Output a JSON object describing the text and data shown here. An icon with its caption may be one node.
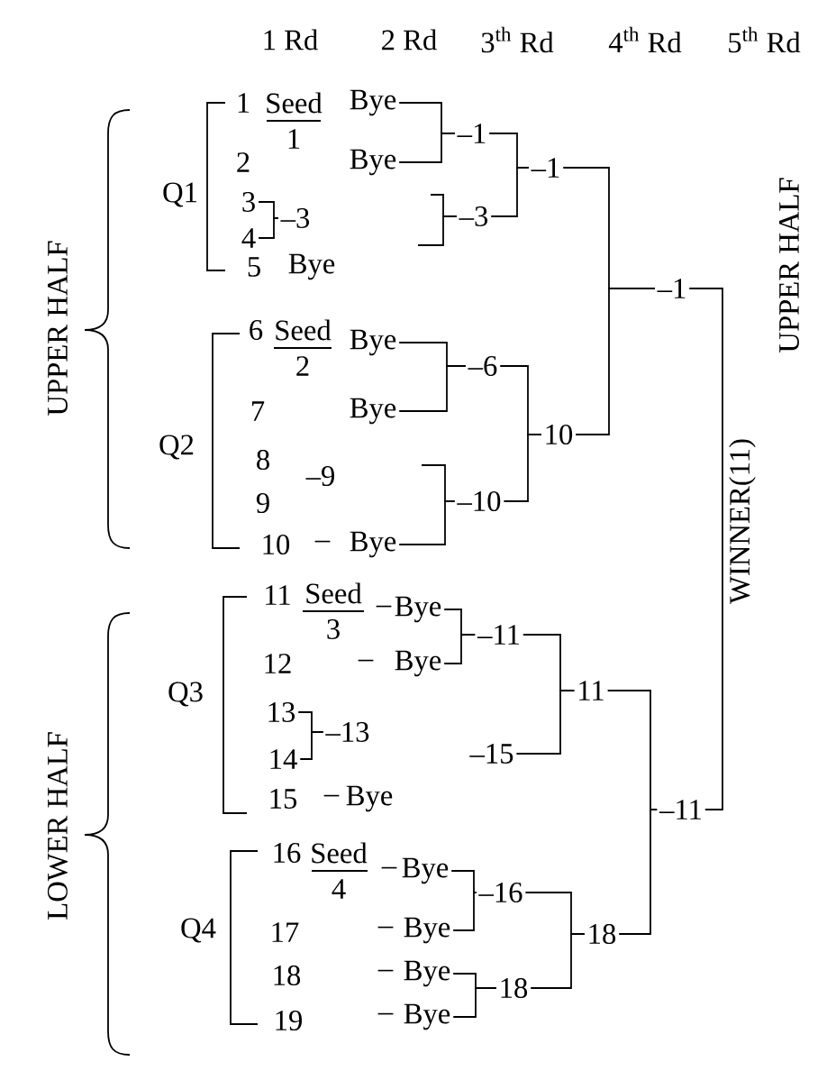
{
  "diagram": {
    "nodes": [
      {
        "text": [
          "Bye"
        ]
      },
      {
        "text": [
          "Bye"
        ]
      },
      {
        "text": [
          "3"
        ]
      },
      {
        "text": [
          "4"
        ]
      },
      {
        "text": [
          "–3"
        ]
      },
      {
        "text": [
          "–1"
        ]
      },
      {
        "text": [
          "–3"
        ]
      },
      {
        "text": [
          "–1"
        ]
      },
      {
        "text": [
          "Bye"
        ]
      },
      {
        "text": [
          "Bye"
        ]
      },
      {
        "text": [
          "Bye"
        ]
      },
      {
        "text": [
          "–6"
        ]
      },
      {
        "text": [
          "–10"
        ]
      },
      {
        "text": [
          "10"
        ]
      },
      {
        "text": [
          "–1"
        ]
      },
      {
        "text": [
          "Bye"
        ]
      },
      {
        "text": [
          "Bye"
        ]
      },
      {
        "text": [
          "13"
        ]
      },
      {
        "text": [
          "14"
        ]
      },
      {
        "text": [
          "–13"
        ]
      },
      {
        "text": [
          "–11"
        ]
      },
      {
        "text": [
          "–15"
        ]
      },
      {
        "text": [
          "11"
        ]
      },
      {
        "text": [
          "Bye"
        ]
      },
      {
        "text": [
          "Bye"
        ]
      },
      {
        "text": [
          "Bye"
        ]
      },
      {
        "text": [
          "Bye"
        ]
      },
      {
        "text": [
          "–16"
        ]
      },
      {
        "text": [
          "18"
        ]
      },
      {
        "text": [
          "18"
        ]
      },
      {
        "text": [
          "–11"
        ]
      }
    ],
    "edges": [
      {
        "from": 0,
        "to": 5,
        "arrow": "none"
      },
      {
        "from": 1,
        "to": 5,
        "arrow": "none"
      },
      {
        "from": 2,
        "to": 4,
        "arrow": "none"
      },
      {
        "from": 3,
        "to": 4,
        "arrow": "none"
      },
      {
        "from": null,
        "to": 6,
        "arrow": "none"
      },
      {
        "from": null,
        "to": 6,
        "arrow": "none"
      },
      {
        "from": 5,
        "to": 7,
        "arrow": "none"
      },
      {
        "from": 6,
        "to": 7,
        "arrow": "none"
      },
      {
        "from": 8,
        "to": 11,
        "arrow": "none"
      },
      {
        "from": 9,
        "to": 11,
        "arrow": "none"
      },
      {
        "from": null,
        "to": 12,
        "arrow": "none"
      },
      {
        "from": 10,
        "to": 12,
        "arrow": "none"
      },
      {
        "from": 11,
        "to": 13,
        "arrow": "none"
      },
      {
        "from": 12,
        "to": 13,
        "arrow": "none"
      },
      {
        "from": 7,
        "to": 14,
        "arrow": "none"
      },
      {
        "from": 13,
        "to": 14,
        "arrow": "none"
      },
      {
        "from": 15,
        "to": 20,
        "arrow": "none"
      },
      {
        "from": 16,
        "to": 20,
        "arrow": "none"
      },
      {
        "from": 17,
        "to": 19,
        "arrow": "none"
      },
      {
        "from": 18,
        "to": 19,
        "arrow": "none"
      },
      {
        "from": 20,
        "to": 22,
        "arrow": "none"
      },
      {
        "from": 21,
        "to": 22,
        "arrow": "none"
      },
      {
        "from": 23,
        "to": 27,
        "arrow": "none"
      },
      {
        "from": 24,
        "to": 27,
        "arrow": "none"
      },
      {
        "from": 25,
        "to": 28,
        "arrow": "none"
      },
      {
        "from": 26,
        "to": 28,
        "arrow": "none"
      },
      {
        "from": 27,
        "to": 29,
        "arrow": "none"
      },
      {
        "from": 28,
        "to": 29,
        "arrow": "none"
      },
      {
        "from": 22,
        "to": 30,
        "arrow": "none"
      },
      {
        "from": 29,
        "to": 30,
        "arrow": "none"
      },
      {
        "from": 14,
        "to": 30,
        "arrow": "none",
        "label": "WINNER(11)"
      }
    ],
    "labels": [
      "1 Rd",
      "2 Rd",
      "3$^{th}$ Rd",
      "4$^{th}$ Rd",
      "5$^{th}$ Rd",
      "UPPER HALF",
      "UPPER HALF",
      "1",
      "Seed",
      "1",
      "2",
      "Q1",
      "5",
      "Bye",
      "6",
      "Seed",
      "2",
      "7",
      "Q2",
      "8",
      "–9",
      "9",
      "10",
      "–",
      "LOWER HALF",
      "11",
      "Seed",
      "3",
      "–",
      "12",
      "–",
      "Q3",
      "15",
      "–",
      "Bye",
      "16",
      "Seed",
      "4",
      "–",
      "Q4",
      "17",
      "–",
      "18",
      "–",
      "19",
      "–"
    ]
  }
}
